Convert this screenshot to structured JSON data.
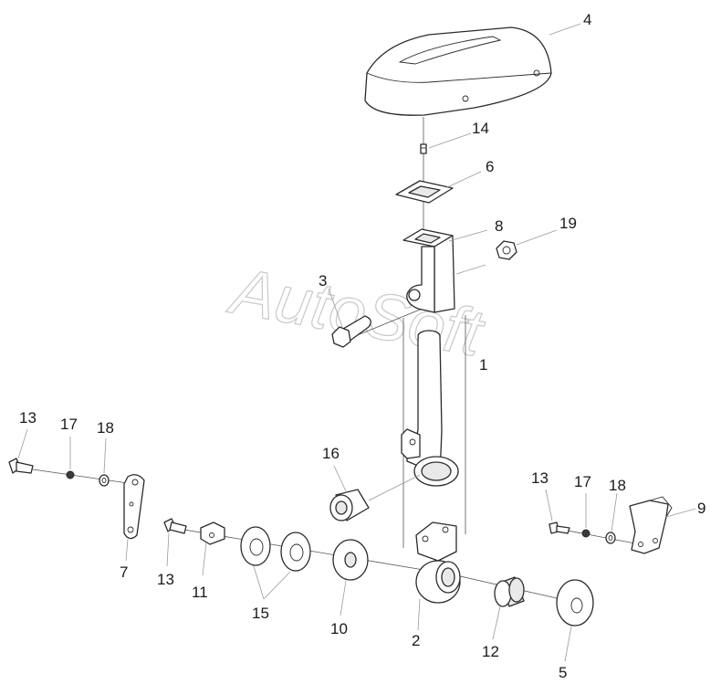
{
  "watermark": "AutoSoft",
  "callouts": [
    {
      "id": "c4",
      "text": "4"
    },
    {
      "id": "c14",
      "text": "14"
    },
    {
      "id": "c6",
      "text": "6"
    },
    {
      "id": "c8",
      "text": "8"
    },
    {
      "id": "c19",
      "text": "19"
    },
    {
      "id": "c3",
      "text": "3"
    },
    {
      "id": "c1",
      "text": "1"
    },
    {
      "id": "c16",
      "text": "16"
    },
    {
      "id": "c13a",
      "text": "13"
    },
    {
      "id": "c17a",
      "text": "17"
    },
    {
      "id": "c18a",
      "text": "18"
    },
    {
      "id": "c7",
      "text": "7"
    },
    {
      "id": "c13b",
      "text": "13"
    },
    {
      "id": "c11",
      "text": "11"
    },
    {
      "id": "c15",
      "text": "15"
    },
    {
      "id": "c10",
      "text": "10"
    },
    {
      "id": "c2",
      "text": "2"
    },
    {
      "id": "c12",
      "text": "12"
    },
    {
      "id": "c5",
      "text": "5"
    },
    {
      "id": "c13c",
      "text": "13"
    },
    {
      "id": "c17b",
      "text": "17"
    },
    {
      "id": "c18b",
      "text": "18"
    },
    {
      "id": "c9",
      "text": "9"
    }
  ]
}
